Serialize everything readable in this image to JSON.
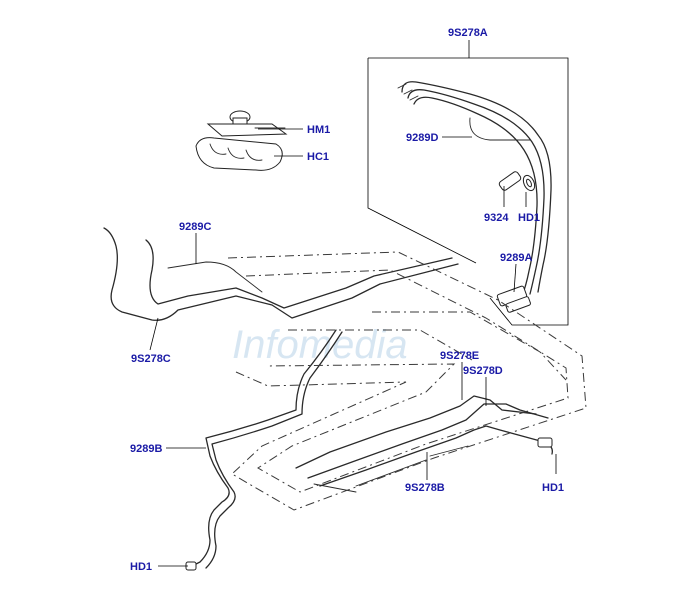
{
  "watermark": "Infomedia",
  "labels": {
    "assembly_a": "9S278A",
    "hm1": "HM1",
    "hc1": "HC1",
    "d9289d": "9289D",
    "d9324": "9324",
    "hd1_top": "HD1",
    "d9289c": "9289C",
    "d9289a": "9289A",
    "d9s278c": "9S278C",
    "d9s278e": "9S278E",
    "d9s278d": "9S278D",
    "d9289b": "9289B",
    "hd1_right": "HD1",
    "d9s278b": "9S278B",
    "hd1_bottom": "HD1"
  },
  "colors": {
    "callout": "#1a1aa6",
    "line": "#2a2a2a",
    "watermark": "#d7e6f2"
  }
}
